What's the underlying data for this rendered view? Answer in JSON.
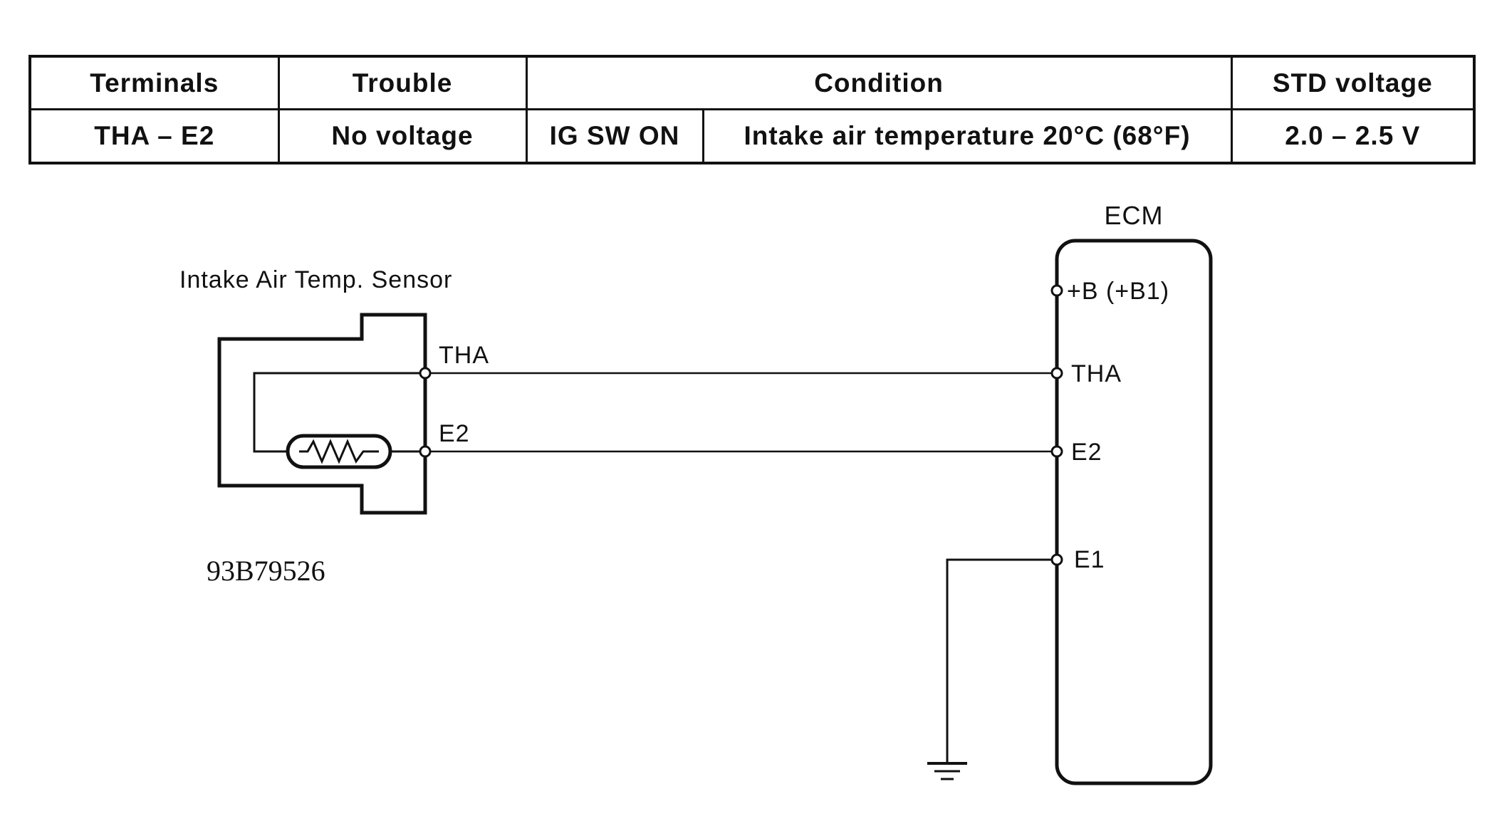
{
  "table": {
    "headers": {
      "terminals": "Terminals",
      "trouble": "Trouble",
      "condition": "Condition",
      "std_voltage": "STD voltage"
    },
    "row": {
      "terminals": "THA – E2",
      "trouble": "No voltage",
      "condition_switch": "IG SW ON",
      "condition_detail": "Intake air temperature 20°C (68°F)",
      "std_voltage": "2.0 – 2.5 V"
    }
  },
  "diagram": {
    "sensor_label": "Intake Air Temp. Sensor",
    "sensor_terminals": {
      "tha": "THA",
      "e2": "E2"
    },
    "ecm_label": "ECM",
    "ecm_terminals": {
      "plus_b": "+B (+B1)",
      "tha": "THA",
      "e2": "E2",
      "e1": "E1"
    },
    "figure_code": "93B79526"
  }
}
